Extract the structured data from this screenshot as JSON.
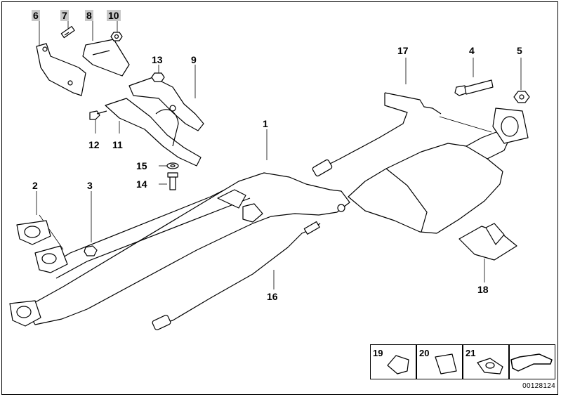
{
  "callouts": [
    {
      "num": "6",
      "shaded": true
    },
    {
      "num": "7",
      "shaded": true
    },
    {
      "num": "8",
      "shaded": true
    },
    {
      "num": "10",
      "shaded": true
    },
    {
      "num": "13",
      "shaded": false
    },
    {
      "num": "9",
      "shaded": false
    },
    {
      "num": "12",
      "shaded": false
    },
    {
      "num": "11",
      "shaded": false
    },
    {
      "num": "15",
      "shaded": false
    },
    {
      "num": "14",
      "shaded": false
    },
    {
      "num": "2",
      "shaded": false
    },
    {
      "num": "3",
      "shaded": false
    },
    {
      "num": "1",
      "shaded": false
    },
    {
      "num": "17",
      "shaded": false
    },
    {
      "num": "4",
      "shaded": false
    },
    {
      "num": "5",
      "shaded": false
    },
    {
      "num": "16",
      "shaded": false
    },
    {
      "num": "18",
      "shaded": false
    }
  ],
  "legend": [
    {
      "num": "19"
    },
    {
      "num": "20"
    },
    {
      "num": "21"
    },
    {
      "num": ""
    }
  ],
  "diagram_code": "00128124",
  "colors": {
    "line": "#000000",
    "shade": "#c8c8c8",
    "part_fill": "#ffffff"
  }
}
